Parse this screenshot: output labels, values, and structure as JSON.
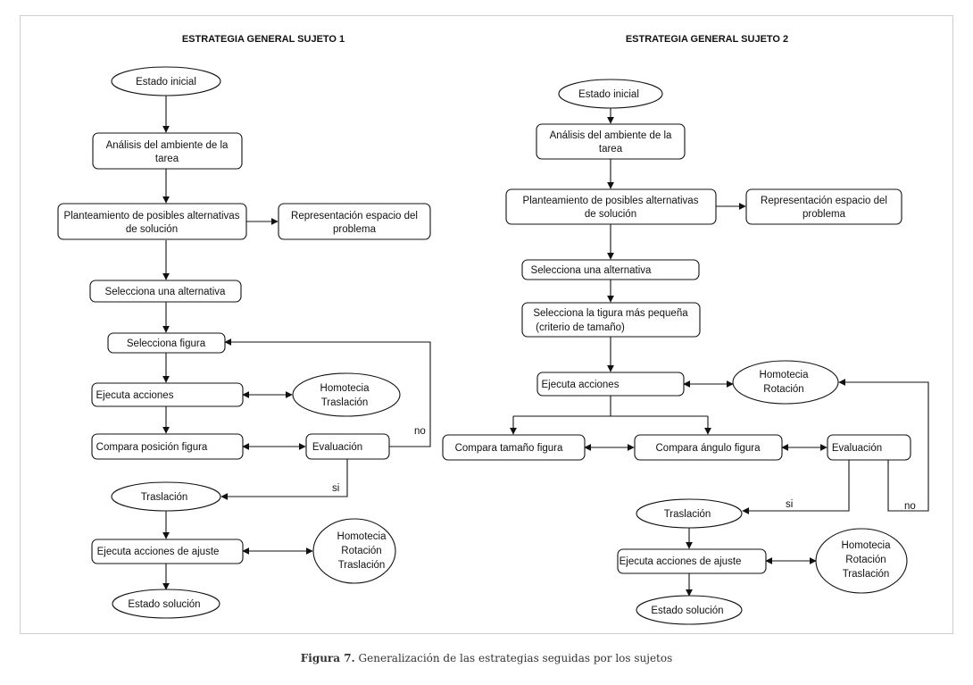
{
  "diagram_titles": {
    "left": "ESTRATEGIA GENERAL SUJETO 1",
    "right": "ESTRATEGIA GENERAL SUJETO 2"
  },
  "nodes": {
    "l_inicio": [
      "Estado inicial"
    ],
    "l_analisis": [
      "Análisis del ambiente de la",
      "tarea"
    ],
    "l_planteamiento": [
      "Planteamiento de posibles alternativas",
      "de solución"
    ],
    "l_representacion": [
      "Representación espacio del",
      "problema"
    ],
    "l_selecciona_alt": [
      "Selecciona una alternativa"
    ],
    "l_selecciona_fig": [
      "Selecciona figura"
    ],
    "l_ejecuta": [
      "Ejecuta acciones"
    ],
    "l_homotecia_tras": [
      "Homotecia",
      "Traslación"
    ],
    "l_compara_pos": [
      "Compara posición figura"
    ],
    "l_evaluacion": [
      "Evaluación"
    ],
    "l_traslacion": [
      "Traslación"
    ],
    "l_ejecuta_ajuste": [
      "Ejecuta acciones de ajuste"
    ],
    "l_hrt": [
      "Homotecia",
      "Rotación",
      "Traslación"
    ],
    "l_solucion": [
      "Estado solución"
    ],
    "r_inicio": [
      "Estado inicial"
    ],
    "r_analisis": [
      "Análisis del ambiente de la",
      "tarea"
    ],
    "r_planteamiento": [
      "Planteamiento de posibles alternativas",
      "de solución"
    ],
    "r_representacion": [
      "Representación espacio del",
      "problema"
    ],
    "r_selecciona_alt": [
      "Selecciona una alternativa"
    ],
    "r_selecciona_peq": [
      "Selecciona la tigura más pequeña",
      "(criterio de tamaño)"
    ],
    "r_ejecuta": [
      "Ejecuta acciones"
    ],
    "r_homotecia_rot": [
      "Homotecia",
      "Rotación"
    ],
    "r_compara_tam": [
      "Compara tamaño figura"
    ],
    "r_compara_ang": [
      "Compara ángulo figura"
    ],
    "r_evaluacion": [
      "Evaluación"
    ],
    "r_traslacion": [
      "Traslación"
    ],
    "r_ejecuta_ajuste": [
      "Ejecuta acciones de ajuste"
    ],
    "r_hrt": [
      "Homotecia",
      "Rotación",
      "Traslación"
    ],
    "r_solucion": [
      "Estado solución"
    ]
  },
  "edge_labels": {
    "l_no": "no",
    "l_si": "si",
    "r_si": "si",
    "r_no": "no"
  },
  "caption": {
    "label": "Figura 7.",
    "text": " Generalización de las estrategias seguidas por los sujetos"
  }
}
